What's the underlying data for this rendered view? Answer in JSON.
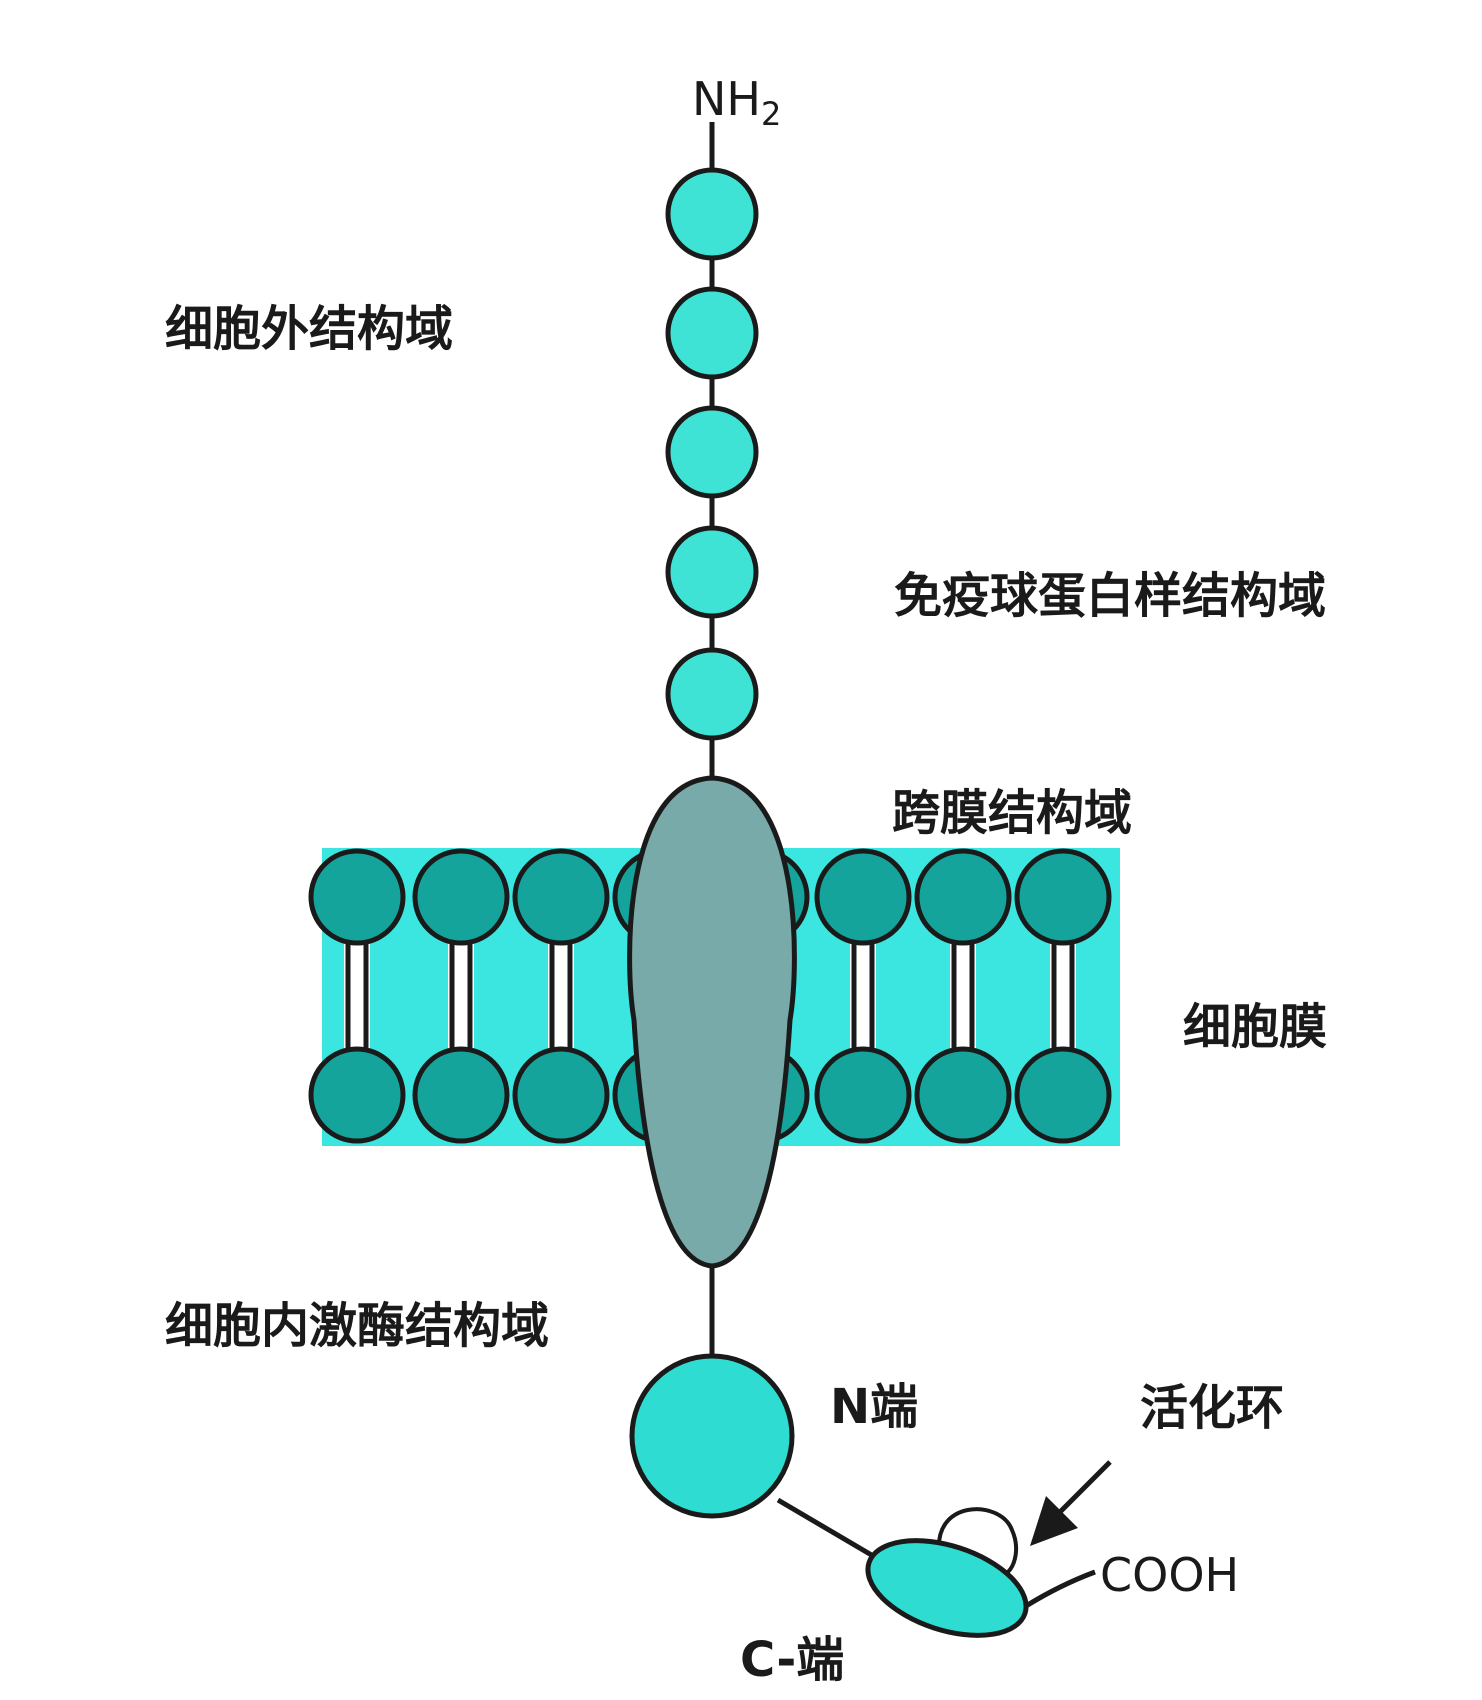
{
  "labels": {
    "nh2_main": "NH",
    "nh2_sub": "2",
    "extracellular": "细胞外结构域",
    "ig_like": "免疫球蛋白样结构域",
    "transmembrane": "跨膜结构域",
    "cell_membrane": "细胞膜",
    "intracellular_kinase": "细胞内激酶结构域",
    "n_lobe": "N端",
    "activation_loop": "活化环",
    "cooh": "COOH",
    "c_lobe": "C-端"
  },
  "colors": {
    "ig_domain": "#3fe3d6",
    "lipid_head": "#15a49c",
    "membrane_band": "#3be6e0",
    "transmembrane": "#77aaa9",
    "kinase": "#2fdcd2",
    "outline": "#1a1a1a"
  }
}
